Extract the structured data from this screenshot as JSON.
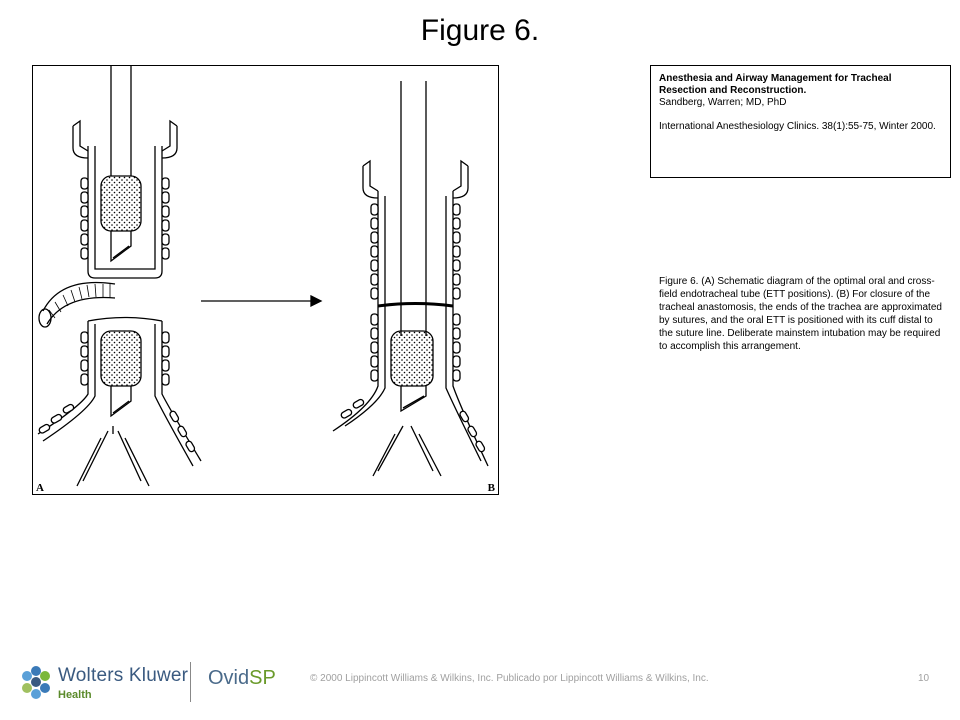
{
  "slide": {
    "title": "Figure 6."
  },
  "figure": {
    "label_a": "A",
    "label_b": "B"
  },
  "citation": {
    "title": "Anesthesia and Airway Management for Tracheal Resection and Reconstruction.",
    "authors": "Sandberg, Warren; MD, PhD",
    "journal": "International Anesthesiology Clinics. 38(1):55-75, Winter 2000."
  },
  "caption": {
    "text": "Figure 6.  (A) Schematic diagram of the optimal oral and cross-field endotracheal tube (ETT positions). (B) For closure of the tracheal anastomosis, the ends of the trachea are approximated by sutures, and the oral ETT is positioned with its cuff distal to the suture line. Deliberate mainstem intubation may be required to accomplish this arrangement."
  },
  "footer": {
    "brand_name": "Wolters Kluwer",
    "brand_sub": "Health",
    "product_prefix": "Ovid",
    "product_suffix": "SP",
    "copyright": "© 2000 Lippincott Williams & Wilkins, Inc. Publicado por Lippincott Williams & Wilkins, Inc.",
    "page_number": "10"
  },
  "colors": {
    "brand_blue": "#3a5a80",
    "brand_green": "#5a8a2a",
    "footer_gray": "#a0a0a0"
  }
}
